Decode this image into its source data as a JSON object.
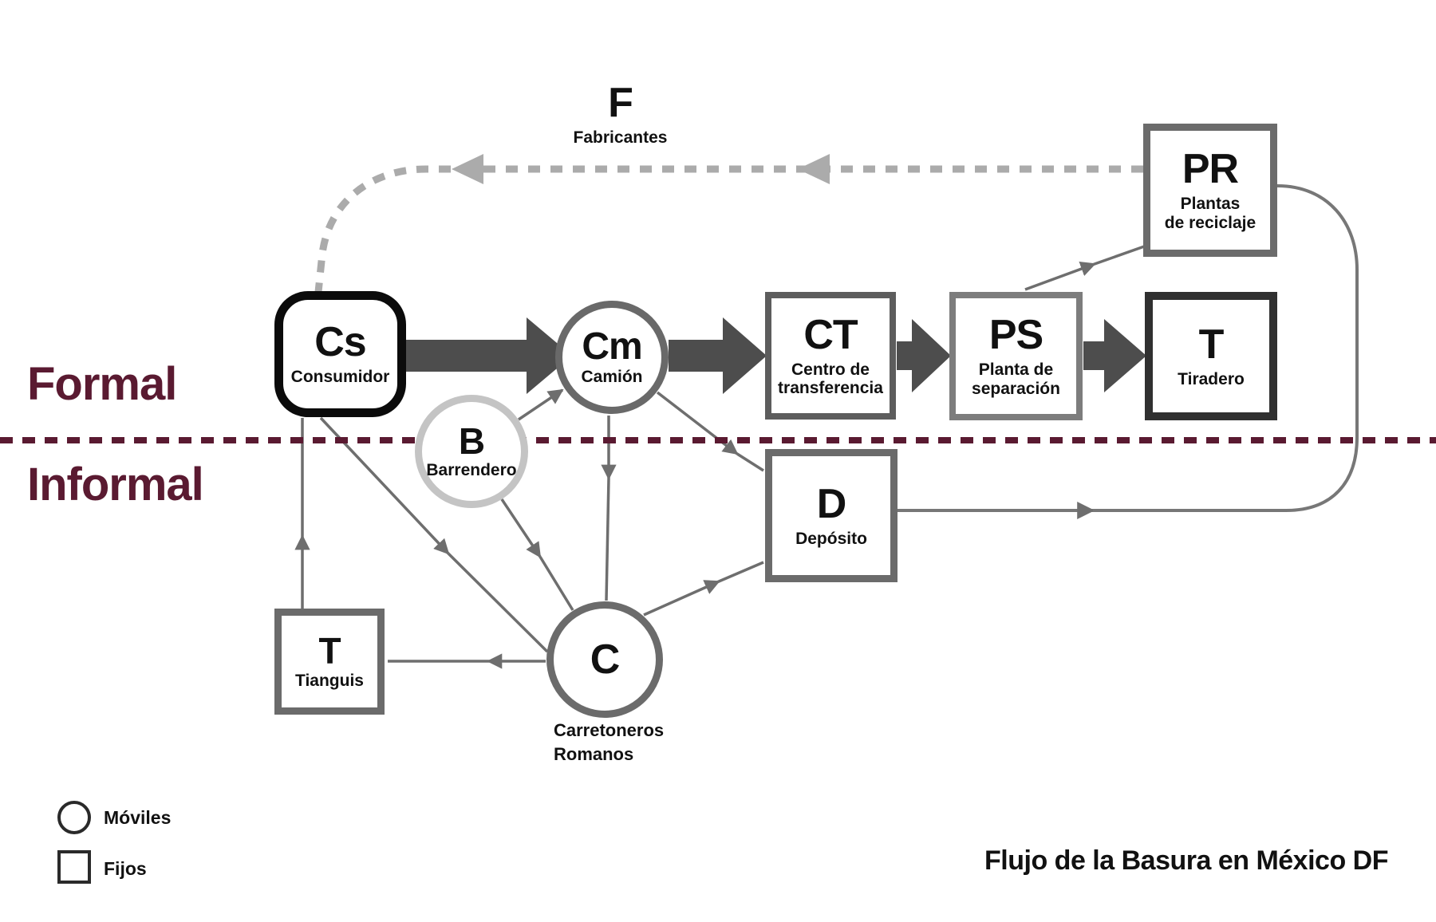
{
  "title": "Flujo de la Basura en México DF",
  "zones": {
    "formal": "Formal",
    "informal": "Informal"
  },
  "legend": {
    "mobile": "Móviles",
    "fixed": "Fijos"
  },
  "nodes": {
    "consumidor": {
      "code": "Cs",
      "label": "Consumidor"
    },
    "camion": {
      "code": "Cm",
      "label": "Camión"
    },
    "centro_transferencia": {
      "code": "CT",
      "label": "Centro de\ntransferencia"
    },
    "planta_separacion": {
      "code": "PS",
      "label": "Planta de\nseparación"
    },
    "tiradero": {
      "code": "T",
      "label": "Tiradero"
    },
    "plantas_reciclaje": {
      "code": "PR",
      "label": "Plantas\nde reciclaje"
    },
    "fabricantes": {
      "code": "F",
      "label": "Fabricantes"
    },
    "barrendero": {
      "code": "B",
      "label": "Barrendero"
    },
    "deposito": {
      "code": "D",
      "label": "Depósito"
    },
    "carretoneros": {
      "code": "C",
      "label": "Carretoneros\nRomanos"
    },
    "tianguis": {
      "code": "T",
      "label": "Tianguis"
    }
  },
  "colors": {
    "maroon": "#5a1a31",
    "thick_arrow_gray": "#4d4d4d",
    "line_gray": "#6e6e6e",
    "dashed_gray": "#ababab"
  }
}
